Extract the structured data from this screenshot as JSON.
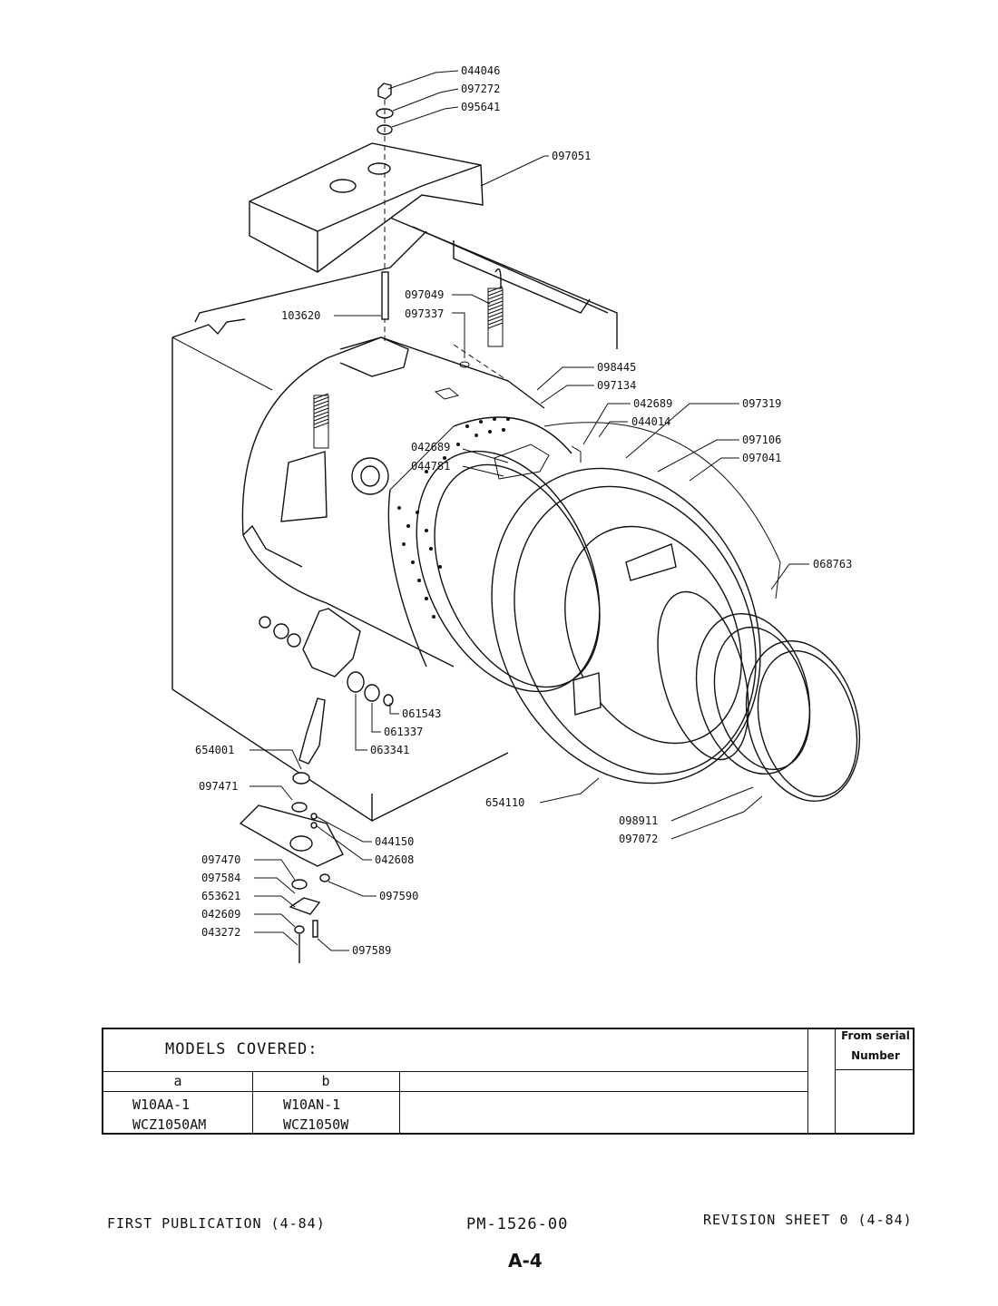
{
  "diagram": {
    "part_labels": [
      "044046",
      "097272",
      "095641",
      "097051",
      "097049",
      "097337",
      "103620",
      "098445",
      "097134",
      "042689",
      "097319",
      "044014",
      "042689",
      "044781",
      "097106",
      "097041",
      "068763",
      "061543",
      "061337",
      "063341",
      "654001",
      "097471",
      "044150",
      "042608",
      "097470",
      "097584",
      "653621",
      "042609",
      "043272",
      "097590",
      "097589",
      "654110",
      "098911",
      "097072"
    ]
  },
  "table": {
    "title": "MODELS COVERED:",
    "serial_header_line1": "From serial",
    "serial_header_line2": "Number",
    "col_a": "a",
    "col_b": "b",
    "a_model_1": "W10AA-1",
    "a_model_2": "WCZ1050AM",
    "b_model_1": "W10AN-1",
    "b_model_2": "WCZ1050W"
  },
  "footer": {
    "left": "FIRST PUBLICATION (4-84)",
    "center": "PM-1526-00",
    "right": "REVISION SHEET 0 (4-84)",
    "page": "A-4"
  }
}
